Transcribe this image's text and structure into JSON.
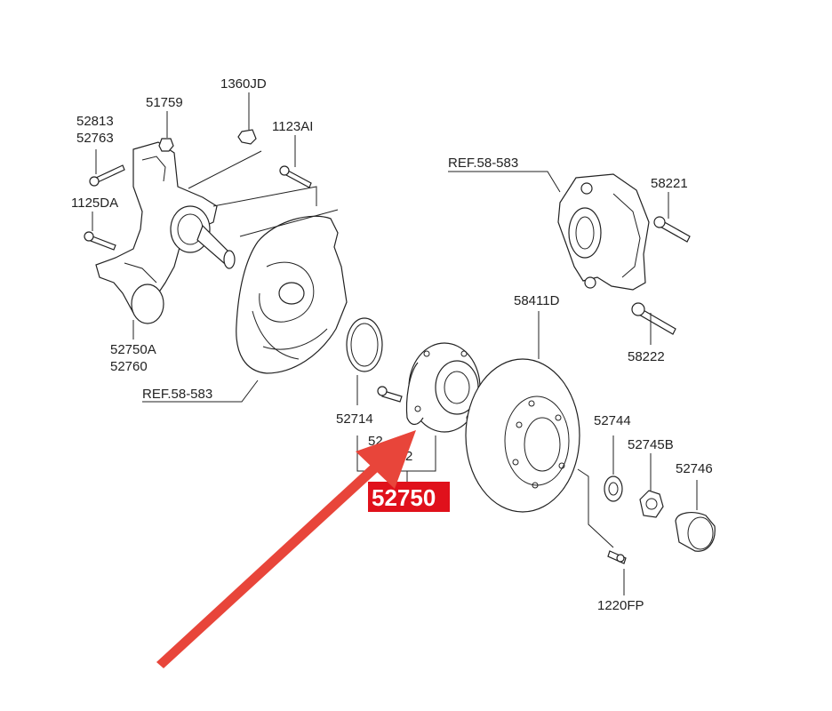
{
  "labels": {
    "l52813": "52813",
    "l52763": "52763",
    "l51759": "51759",
    "l1360JD": "1360JD",
    "l1123AI": "1123AI",
    "l1125DA": "1125DA",
    "l52750A": "52750A",
    "l52760": "52760",
    "lref_left": "REF.58-583",
    "lref_right": "REF.58-583",
    "l58221": "58221",
    "l58411D": "58411D",
    "l58222": "58222",
    "l52714": "52714",
    "l52744": "52744",
    "l52745B": "52745B",
    "l52746": "52746",
    "l1220FP": "1220FP",
    "lhidden_top": "52",
    "lhidden_bot": "2"
  },
  "highlight": {
    "text": "52750",
    "color": "#e0111b"
  },
  "arrow": {
    "color": "#e8453a"
  }
}
